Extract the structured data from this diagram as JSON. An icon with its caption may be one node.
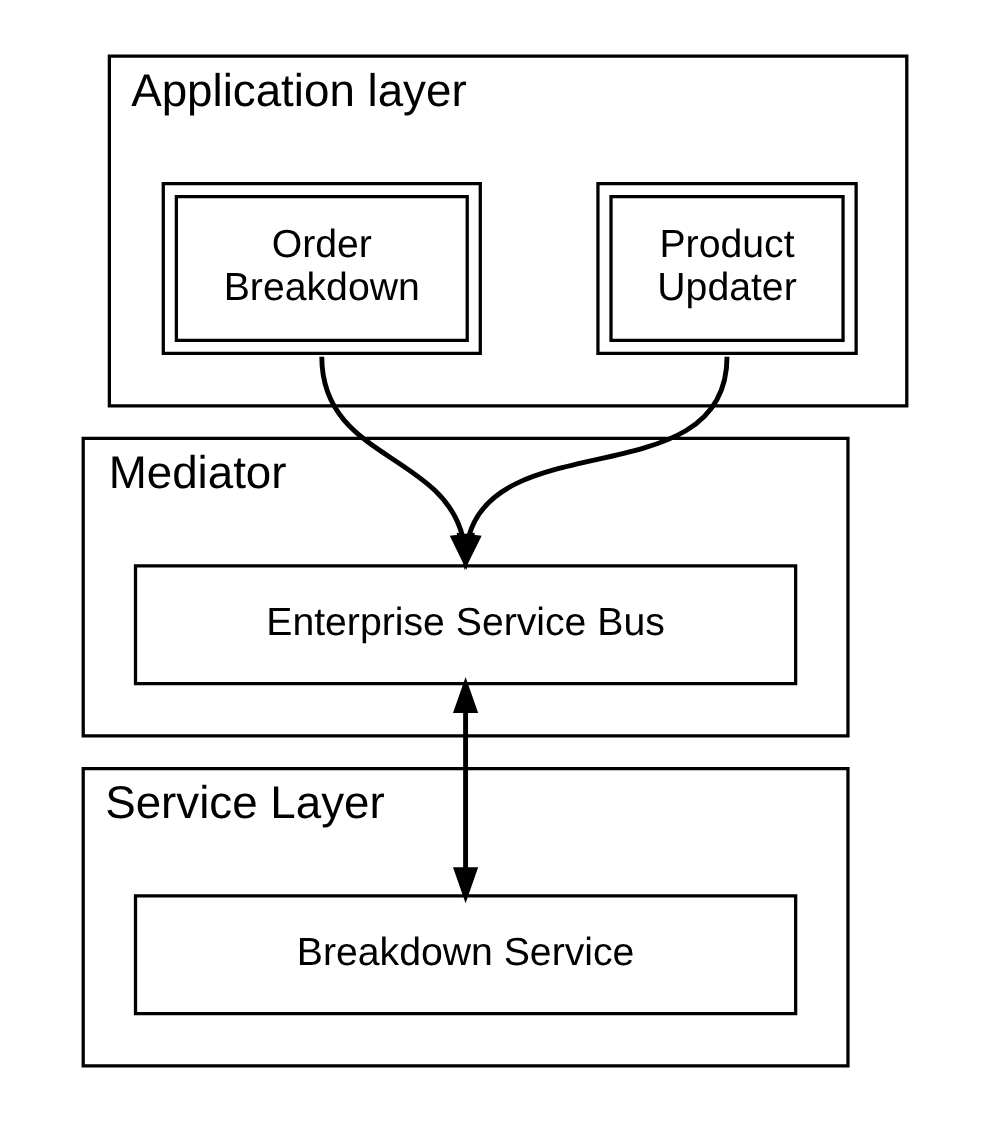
{
  "diagram": {
    "nodes": [
      {
        "text": [
          "Application layer"
        ]
      },
      {
        "text": [
          "Order Breakdown"
        ],
        "in": 0
      },
      {
        "text": [
          "Product Updater"
        ],
        "in": 0
      },
      {
        "text": [
          "Mediator"
        ]
      },
      {
        "text": [
          "Enterprise Service Bus"
        ],
        "in": 3
      },
      {
        "text": [
          "Service Layer"
        ]
      },
      {
        "text": [
          "Breakdown Service"
        ],
        "in": 5
      }
    ],
    "edges": [
      {
        "from": 1,
        "to": 4,
        "arrow": "to"
      },
      {
        "from": 2,
        "to": 4,
        "arrow": "to"
      },
      {
        "from": 4,
        "to": 6,
        "arrow": "both"
      }
    ]
  }
}
